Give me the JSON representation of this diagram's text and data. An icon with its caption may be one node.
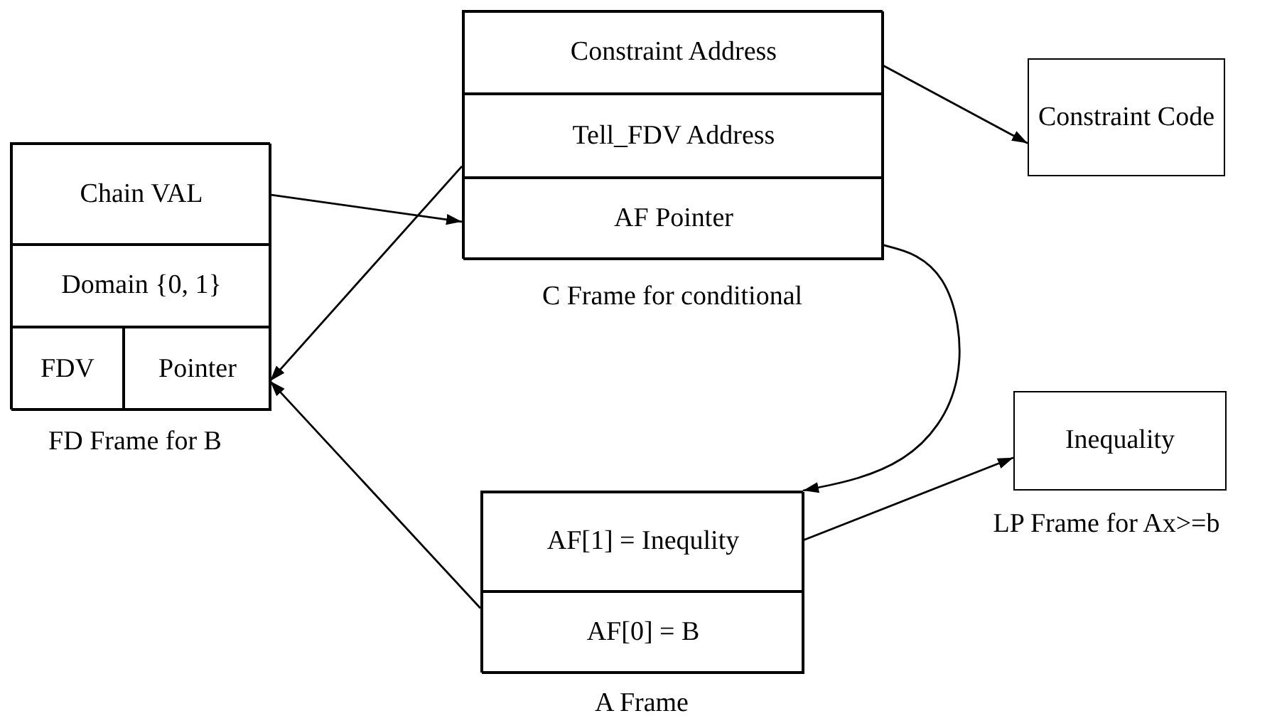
{
  "diagram": {
    "nodes": [
      {
        "text": [],
        "shape": "box",
        "beside": [
          "FD Frame for B"
        ]
      },
      {
        "text": [
          "Chain VAL"
        ],
        "in": 0
      },
      {
        "text": [
          "Domain {0, 1}"
        ],
        "in": 0
      },
      {
        "text": [
          "FDV"
        ],
        "in": 0
      },
      {
        "text": [
          "Pointer"
        ],
        "in": 0
      },
      {
        "text": [],
        "shape": "box",
        "beside": [
          "C Frame for conditional"
        ]
      },
      {
        "text": [
          "Constraint Address"
        ],
        "in": 5
      },
      {
        "text": [
          "Tell_FDV Address"
        ],
        "in": 5
      },
      {
        "text": [
          "AF Pointer"
        ],
        "in": 5
      },
      {
        "text": [
          "Constraint Code"
        ]
      },
      {
        "text": [],
        "shape": "box",
        "beside": [
          "A Frame"
        ]
      },
      {
        "text": [
          "AF[1] = Inequlity"
        ],
        "in": 10
      },
      {
        "text": [
          "AF[0] = B"
        ],
        "in": 10
      },
      {
        "text": [
          "Inequality"
        ],
        "beside": [
          "LP Frame for Ax>=b"
        ]
      }
    ],
    "edges": [
      {
        "from": 1,
        "to": 8,
        "arrow": "to"
      },
      {
        "from": 7,
        "to": 4,
        "arrow": "to"
      },
      {
        "from": 6,
        "to": 9,
        "arrow": "to"
      },
      {
        "from": 8,
        "to": 10,
        "arrow": "to"
      },
      {
        "from": 11,
        "to": 13,
        "arrow": "to"
      },
      {
        "from": 12,
        "to": 4,
        "arrow": "to"
      }
    ]
  }
}
